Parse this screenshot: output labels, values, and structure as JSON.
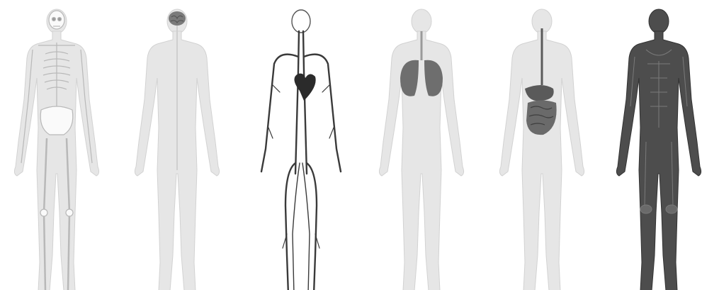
{
  "figure": {
    "panels": [
      {
        "system": "skeletal",
        "icon": "skeleton-icon"
      },
      {
        "system": "nervous",
        "icon": "brain-spinal-cord-icon"
      },
      {
        "system": "circulatory",
        "icon": "heart-vessels-icon"
      },
      {
        "system": "respiratory",
        "icon": "lungs-icon"
      },
      {
        "system": "digestive",
        "icon": "stomach-intestine-icon"
      },
      {
        "system": "muscular",
        "icon": "muscle-icon"
      }
    ]
  }
}
